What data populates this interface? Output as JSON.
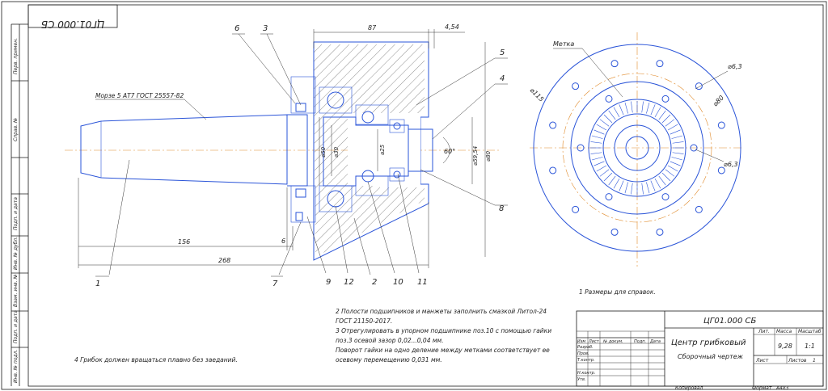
{
  "colors": {
    "outline": "#2a54d8",
    "centerline": "#e08a2a",
    "frame": "#1a1a1a"
  },
  "stamp_mirrored": "ЦГ01.000 СБ",
  "side_frame_labels": [
    "Перв. примен.",
    "Справ. №",
    "Подп. и дата",
    "Инв. № дубл.",
    "Взам. инв. №",
    "Подп. и дата",
    "Инв. № подл."
  ],
  "section_view": {
    "taper_note": "Морзе 5 АТ7 ГОСТ 25557-82",
    "dimensions": {
      "d87": "87",
      "d454": "4,54",
      "d156": "156",
      "d6": "6",
      "d268": "268",
      "phi50": "⌀50",
      "phi30": "⌀30",
      "phi25": "⌀25",
      "phi5954": "⌀59,54",
      "phi80": "⌀80",
      "angle60": "60°"
    },
    "callouts": [
      "1",
      "2",
      "3",
      "4",
      "5",
      "6",
      "7",
      "8",
      "9",
      "10",
      "11",
      "12"
    ]
  },
  "end_view": {
    "mark_label": "Метка",
    "dimensions": {
      "phi63a": "⌀6,3",
      "phi63b": "⌀6,3",
      "phi80": "⌀80",
      "phi115": "⌀115"
    }
  },
  "notes": {
    "note1": "1 Размеры для справок.",
    "note2a": "2 Полости подшипников и манжеты заполнить смазкой Литол-24",
    "note2b": "ГОСТ 21150-2017.",
    "note3a": "3 Отрегулировать в упорном подшипнике поз.10 с помощью гайки",
    "note3b": "поз.3 осевой зазор 0,02...0,04 мм.",
    "note3c": "Поворот гайки на одно деление между метками соответствует ее",
    "note3d": "осевому перемещению 0,031 мм.",
    "note4": "4 Грибок должен вращаться плавно без заеданий."
  },
  "title_block": {
    "designation": "ЦГ01.000 СБ",
    "name": "Центр грибковый",
    "doc_type": "Сборочный чертеж",
    "col_lit": "Лит.",
    "col_mass": "Масса",
    "col_scale": "Масштаб",
    "mass": "9,28",
    "scale": "1:1",
    "sheet_label": "Лист",
    "sheets_label": "Листов",
    "sheets": "1",
    "rows": {
      "izm": "Изм",
      "list": "Лист",
      "doc_no": "№ докум.",
      "sign": "Подп.",
      "date": "Дата",
      "razrab": "Разраб.",
      "prov": "Пров.",
      "tkontr": "Т.контр.",
      "nkontr": "Н.контр.",
      "utv": "Утв."
    },
    "copied": "Копировал",
    "format": "Формат",
    "format_value": "А4х3"
  }
}
